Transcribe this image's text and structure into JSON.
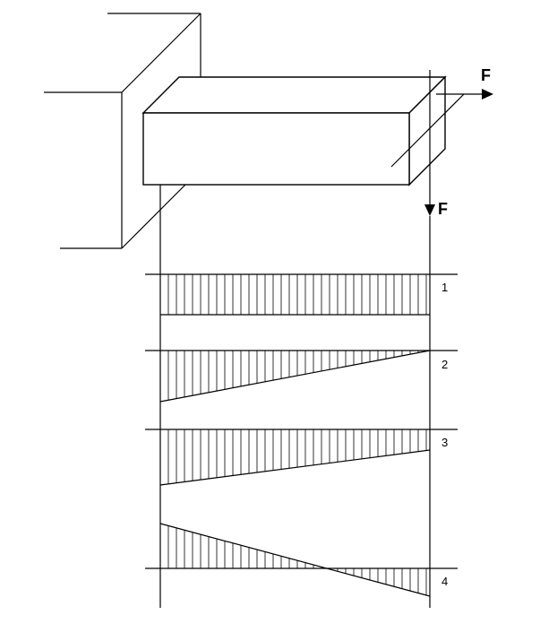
{
  "force_labels": {
    "axial": "F",
    "transverse": "F"
  },
  "diagram_labels": [
    "1",
    "2",
    "3",
    "4"
  ],
  "colors": {
    "line": "#000000",
    "background": "#ffffff"
  }
}
